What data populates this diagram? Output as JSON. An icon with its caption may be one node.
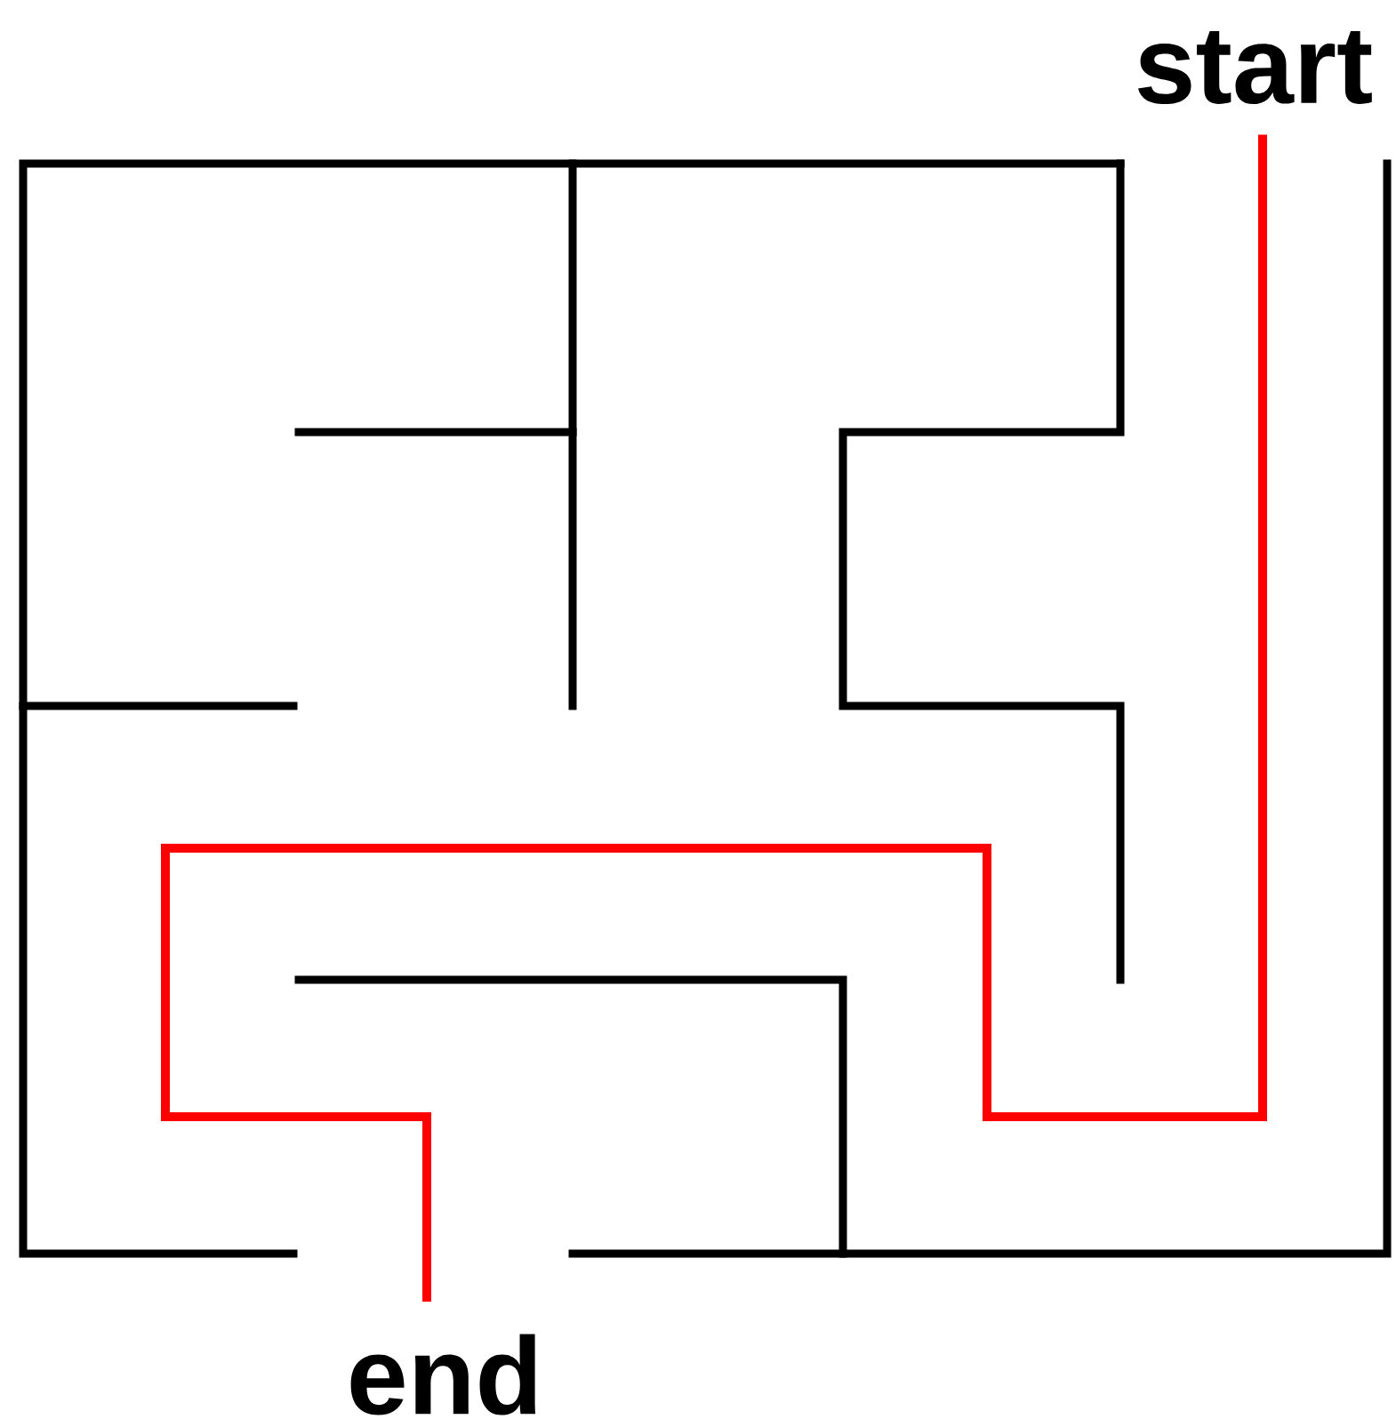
{
  "diagram": {
    "nodes": [
      {
        "text": [
          "start"
        ]
      },
      {
        "text": [
          "end"
        ]
      }
    ],
    "edges": [
      {
        "from": 0,
        "to": 1,
        "arrow": "none",
        "color": "#ff0000"
      }
    ]
  }
}
